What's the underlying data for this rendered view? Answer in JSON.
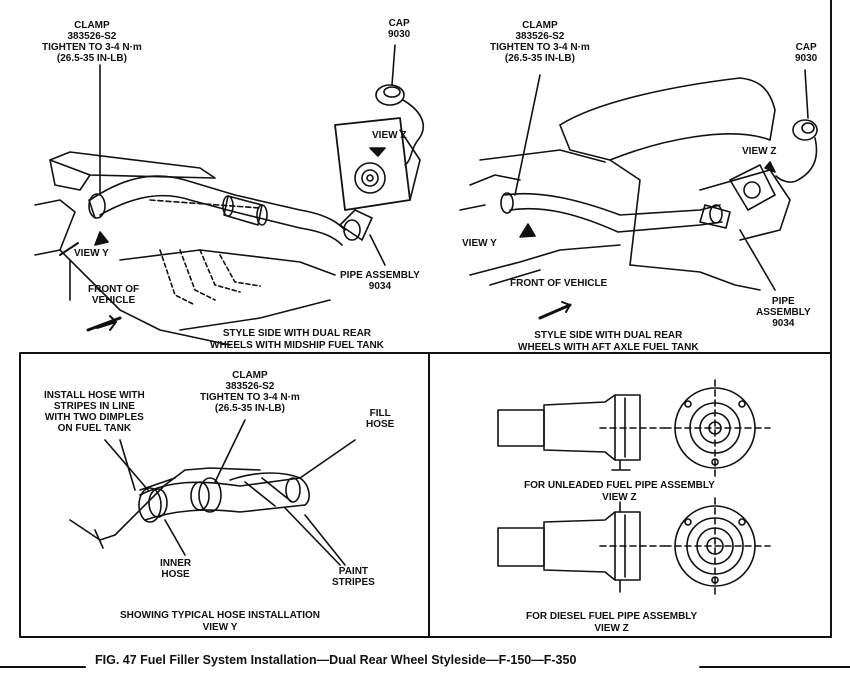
{
  "top_left": {
    "clamp_label": [
      "CLAMP",
      "383526-S2",
      "TIGHTEN TO 3-4 N·m",
      "(26.5-35 IN-LB)"
    ],
    "cap_label": [
      "CAP",
      "9030"
    ],
    "view_z": "VIEW Z",
    "view_y": "VIEW Y",
    "pipe_label": [
      "PIPE ASSEMBLY",
      "9034"
    ],
    "front_label": [
      "FRONT OF",
      "VEHICLE"
    ],
    "caption": [
      "STYLE SIDE WITH DUAL REAR",
      "WHEELS WITH MIDSHIP FUEL TANK"
    ]
  },
  "top_right": {
    "clamp_label": [
      "CLAMP",
      "383526-S2",
      "TIGHTEN TO 3-4 N·m",
      "(26.5-35 IN-LB)"
    ],
    "cap_label": [
      "CAP",
      "9030"
    ],
    "view_z": "VIEW Z",
    "view_y": "VIEW Y",
    "front_label": "FRONT OF VEHICLE",
    "pipe_label": [
      "PIPE",
      "ASSEMBLY",
      "9034"
    ],
    "caption": [
      "STYLE SIDE WITH DUAL REAR",
      "WHEELS WITH AFT AXLE FUEL TANK"
    ]
  },
  "bottom_left": {
    "install_label": [
      "INSTALL HOSE WITH",
      "STRIPES IN LINE",
      "WITH TWO DIMPLES",
      "ON FUEL TANK"
    ],
    "clamp_label": [
      "CLAMP",
      "383526-S2",
      "TIGHTEN TO 3-4 N·m",
      "(26.5-35 IN-LB)"
    ],
    "fill_hose_label": [
      "FILL",
      "HOSE"
    ],
    "inner_hose_label": [
      "INNER",
      "HOSE"
    ],
    "paint_label": [
      "PAINT",
      "STRIPES"
    ],
    "caption": [
      "SHOWING TYPICAL HOSE INSTALLATION",
      "VIEW Y"
    ]
  },
  "bottom_right": {
    "unleaded_caption": [
      "FOR UNLEADED FUEL PIPE ASSEMBLY",
      "VIEW Z"
    ],
    "diesel_caption": [
      "FOR DIESEL FUEL PIPE ASSEMBLY",
      "VIEW Z"
    ]
  },
  "figure_caption": "FIG. 47 Fuel Filler System Installation—Dual Rear Wheel Styleside—F-150—F-350"
}
